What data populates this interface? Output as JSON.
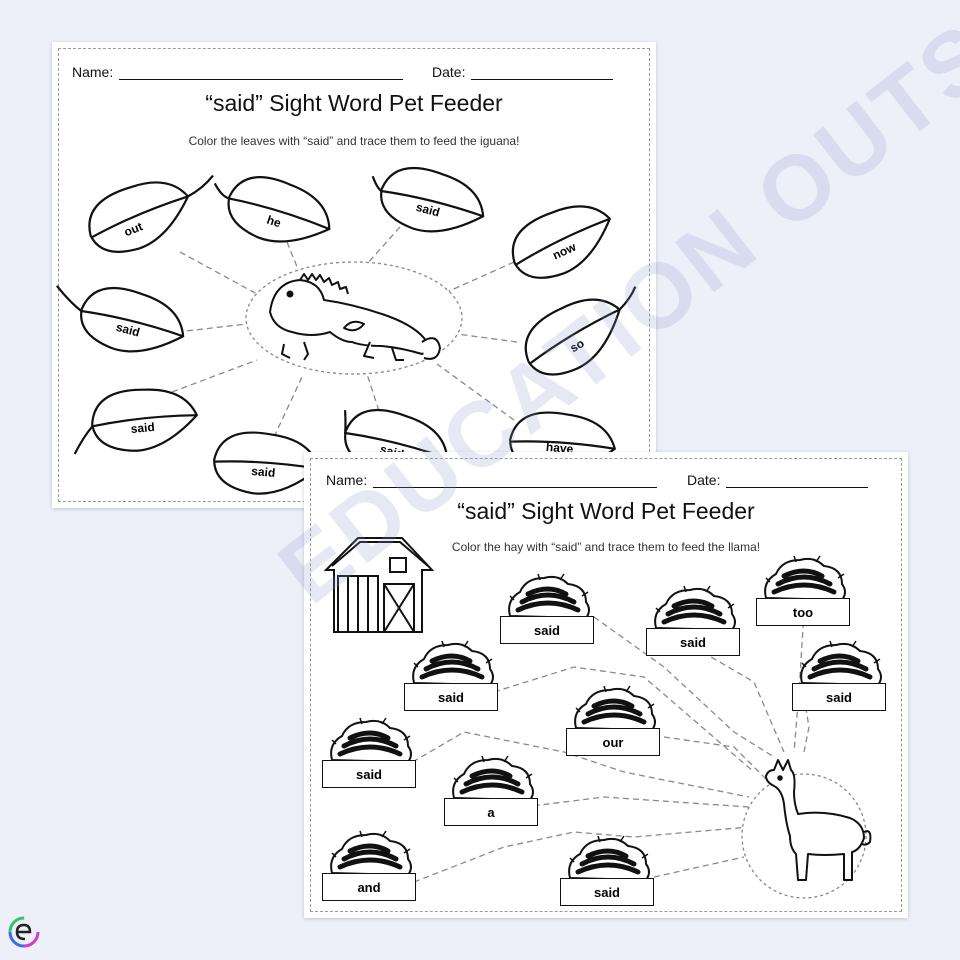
{
  "sheet1": {
    "name_label": "Name:",
    "date_label": "Date:",
    "title": "“said” Sight Word Pet Feeder",
    "subtitle": "Color the leaves with “said” and trace them to feed the iguana!",
    "leaves": [
      "out",
      "he",
      "said",
      "now",
      "said",
      "so",
      "said",
      "said",
      "said",
      "have"
    ]
  },
  "sheet2": {
    "name_label": "Name:",
    "date_label": "Date:",
    "title": "“said” Sight Word Pet Feeder",
    "subtitle": "Color the hay with “said” and trace them to feed the llama!",
    "hay": [
      "said",
      "said",
      "too",
      "said",
      "said",
      "our",
      "said",
      "a",
      "and",
      "said"
    ]
  },
  "watermark": "EDUCATION OUTSIDE",
  "colors": {
    "background": "#eef0f9",
    "ink": "#111111",
    "dash": "#9a9a9a"
  }
}
